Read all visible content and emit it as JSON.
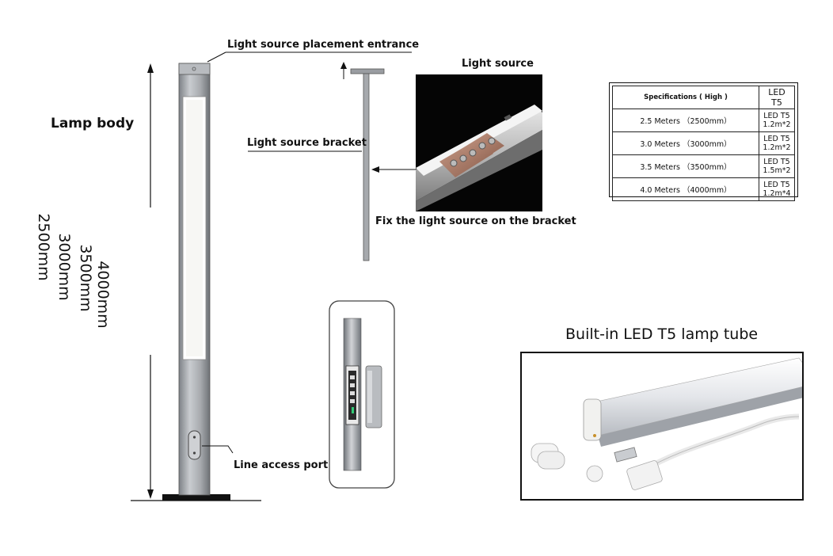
{
  "labels": {
    "placement_entrance": "Light source placement entrance",
    "light_source": "Light source",
    "lamp_body": "Lamp body",
    "bracket": "Light source bracket",
    "fix_bracket": "Fix the light source on the bracket",
    "line_access": "Line access port",
    "builtin_tube": "Built-in LED T5 lamp tube"
  },
  "heights": [
    "4000mm",
    "3500mm",
    "3000mm",
    "2500mm"
  ],
  "spec_table": {
    "header_left": "Specifications ( High )",
    "header_right": "LED T5",
    "rows": [
      {
        "height": "2.5 Meters （2500mm）",
        "tube": "LED T5 1.2m*2"
      },
      {
        "height": "3.0 Meters （3000mm）",
        "tube": "LED T5 1.2m*2"
      },
      {
        "height": "3.5 Meters （3500mm）",
        "tube": "LED T5 1.5m*2"
      },
      {
        "height": "4.0 Meters （4000mm）",
        "tube": "LED T5 1.2m*4"
      }
    ]
  }
}
